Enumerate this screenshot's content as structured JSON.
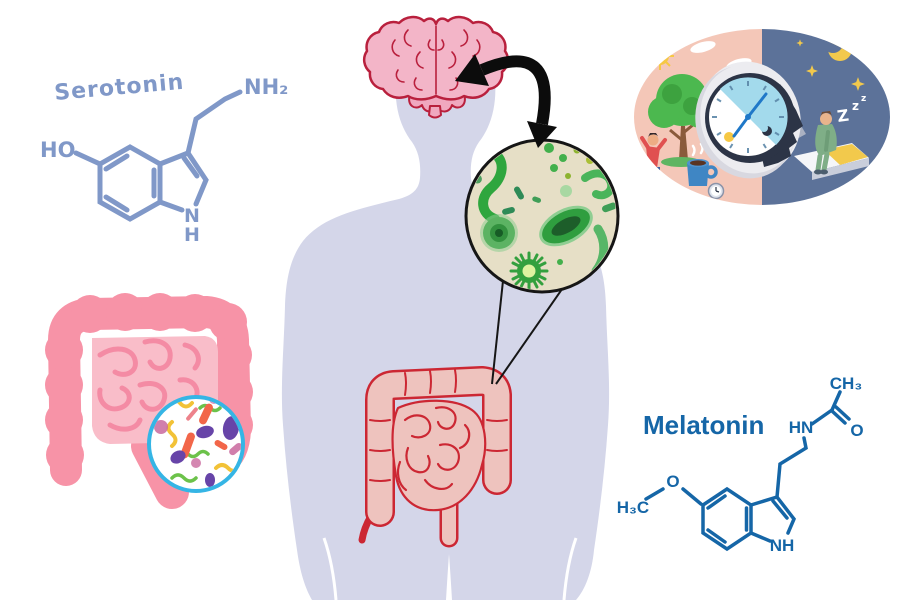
{
  "colors": {
    "background": "#ffffff",
    "body_silhouette": "#d4d6e9",
    "brain_fill": "#f3b5c8",
    "brain_outline": "#b9203d",
    "gut_fill": "#eec3be",
    "gut_outline": "#cc2733",
    "magnifier_bg": "#e6dfc6",
    "magnifier_border": "#161616",
    "microbe_green": "#2fa63e",
    "arrow_black": "#0c0c0c",
    "serotonin_blue": "#8098c8",
    "melatonin_blue": "#1566a7",
    "intestine_dark_pink": "#f793a7",
    "intestine_light_pink": "#f9bdc9",
    "intestine_squiggle_pink": "#f48ba4",
    "flora_ring_cyan": "#35b5e5",
    "day_bg": "#f4c7b8",
    "night_bg": "#5c7299",
    "accent_yellow": "#f2c94c",
    "clock_navy": "#2c3446",
    "clock_face_blue": "#a3daec",
    "clock_casing": "#ececf0",
    "tree_green": "#4cb84f"
  },
  "serotonin": {
    "title": "Serotonin",
    "hydroxyl": "HO",
    "amine": "NH₂",
    "ring_n": "N",
    "ring_h": "H"
  },
  "melatonin": {
    "title": "Melatonin",
    "methyl": "H₃C",
    "methoxy_o": "O",
    "acetyl_methyl": "CH₃",
    "amide": "HN",
    "carbonyl_o": "O",
    "ring_nh": "NH"
  },
  "circadian": {
    "z_large": "Z",
    "z_mid": "z",
    "z_small": "z"
  }
}
